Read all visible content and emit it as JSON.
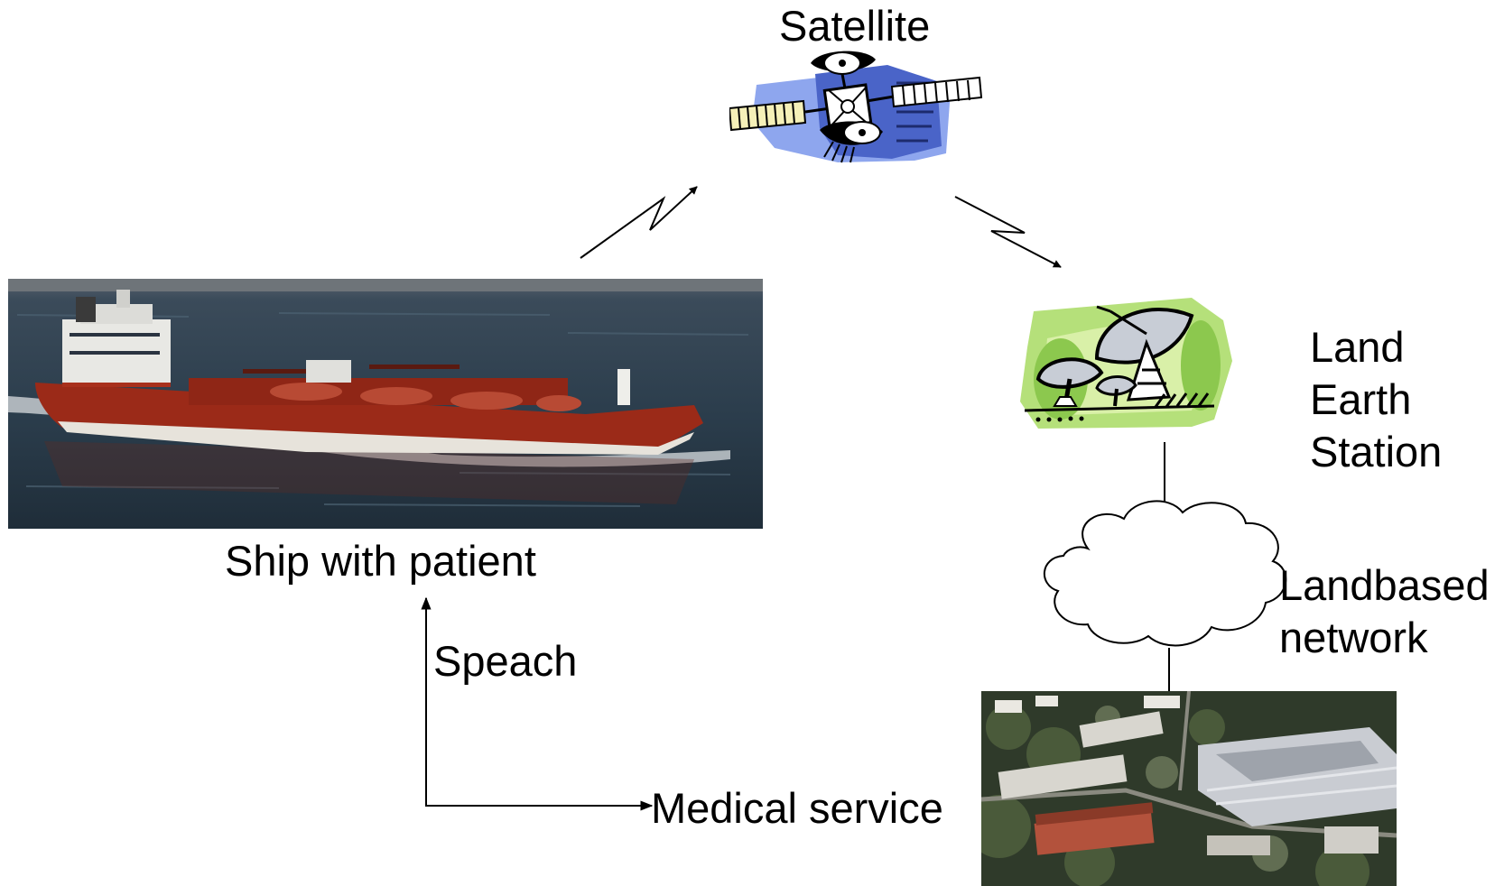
{
  "labels": {
    "satellite": "Satellite",
    "land_earth_station": "Land\nEarth\nStation",
    "landbased_network": "Landbased\nnetwork",
    "ship": "Ship with patient",
    "speach": "Speach",
    "medical_service": "Medical service"
  },
  "icons": {
    "satellite": "satellite-icon",
    "ground_station": "satellite-dish-icon",
    "network": "cloud-icon",
    "ship_photo": "ship-photo",
    "hospital_photo": "hospital-aerial-photo"
  },
  "colors": {
    "satellite_blue": "#4a64c8",
    "satellite_light": "#8ea6ee",
    "dish_green": "#b5e07a",
    "ship_hull": "#9b2a18",
    "sea": "#2c3e4e"
  }
}
